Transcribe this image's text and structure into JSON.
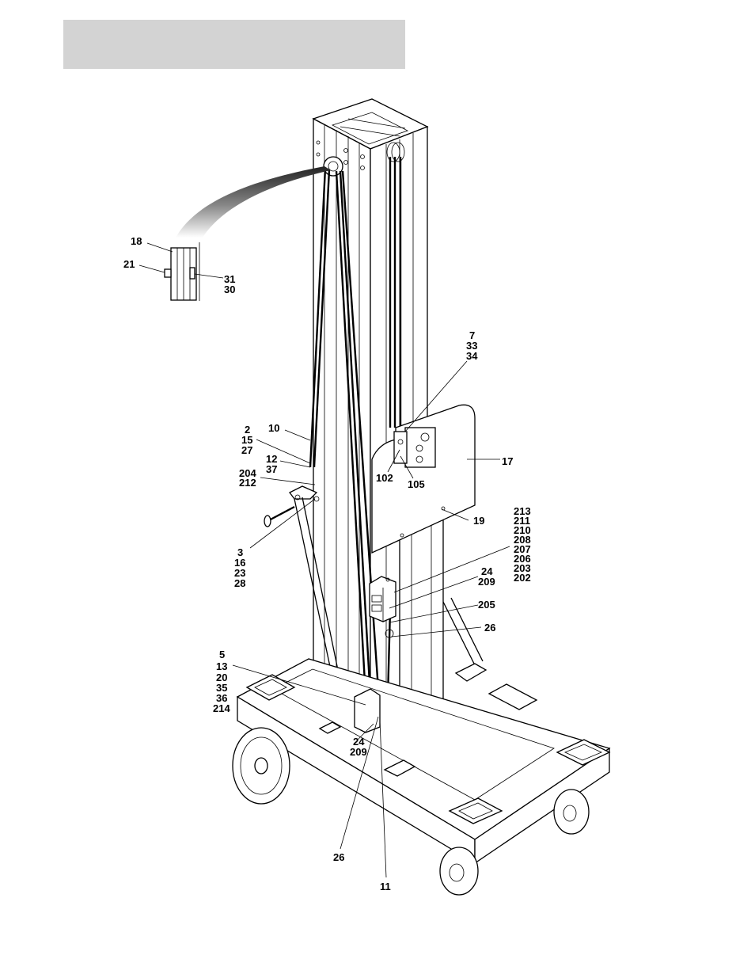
{
  "callouts": {
    "c18": "18",
    "c21": "21",
    "c31": "31",
    "c30": "30",
    "c7": "7",
    "c33": "33",
    "c34": "34",
    "c10": "10",
    "c2": "2",
    "c15": "15",
    "c27": "27",
    "c12": "12",
    "c37": "37",
    "c204": "204",
    "c212": "212",
    "c17": "17",
    "c102": "102",
    "c105": "105",
    "c19": "19",
    "c3": "3",
    "c16": "16",
    "c23": "23",
    "c28": "28",
    "c213": "213",
    "c211": "211",
    "c210": "210",
    "c208": "208",
    "c207": "207",
    "c206": "206",
    "c203": "203",
    "c202": "202",
    "c24a": "24",
    "c209a": "209",
    "c205": "205",
    "c26a": "26",
    "c5": "5",
    "c13": "13",
    "c20": "20",
    "c35": "35",
    "c36": "36",
    "c214": "214",
    "c24b": "24",
    "c209b": "209",
    "c26b": "26",
    "c11": "11"
  }
}
